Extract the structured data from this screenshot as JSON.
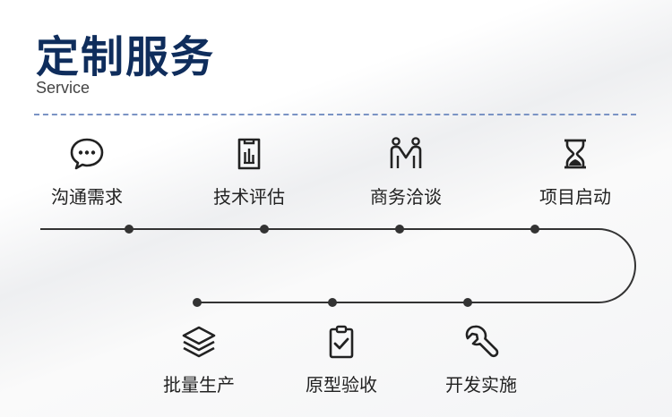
{
  "header": {
    "title": "定制服务",
    "subtitle": "Service"
  },
  "steps": [
    {
      "label": "沟通需求",
      "icon": "chat-bubble-icon"
    },
    {
      "label": "技术评估",
      "icon": "bar-chart-document-icon"
    },
    {
      "label": "商务洽谈",
      "icon": "handshake-people-icon"
    },
    {
      "label": "项目启动",
      "icon": "hourglass-icon"
    },
    {
      "label": "开发实施",
      "icon": "wrench-icon"
    },
    {
      "label": "原型验收",
      "icon": "clipboard-check-icon"
    },
    {
      "label": "批量生产",
      "icon": "layers-icon"
    }
  ],
  "colors": {
    "title": "#0f2d5c",
    "divider": "#7a93c4",
    "line": "#333333"
  }
}
